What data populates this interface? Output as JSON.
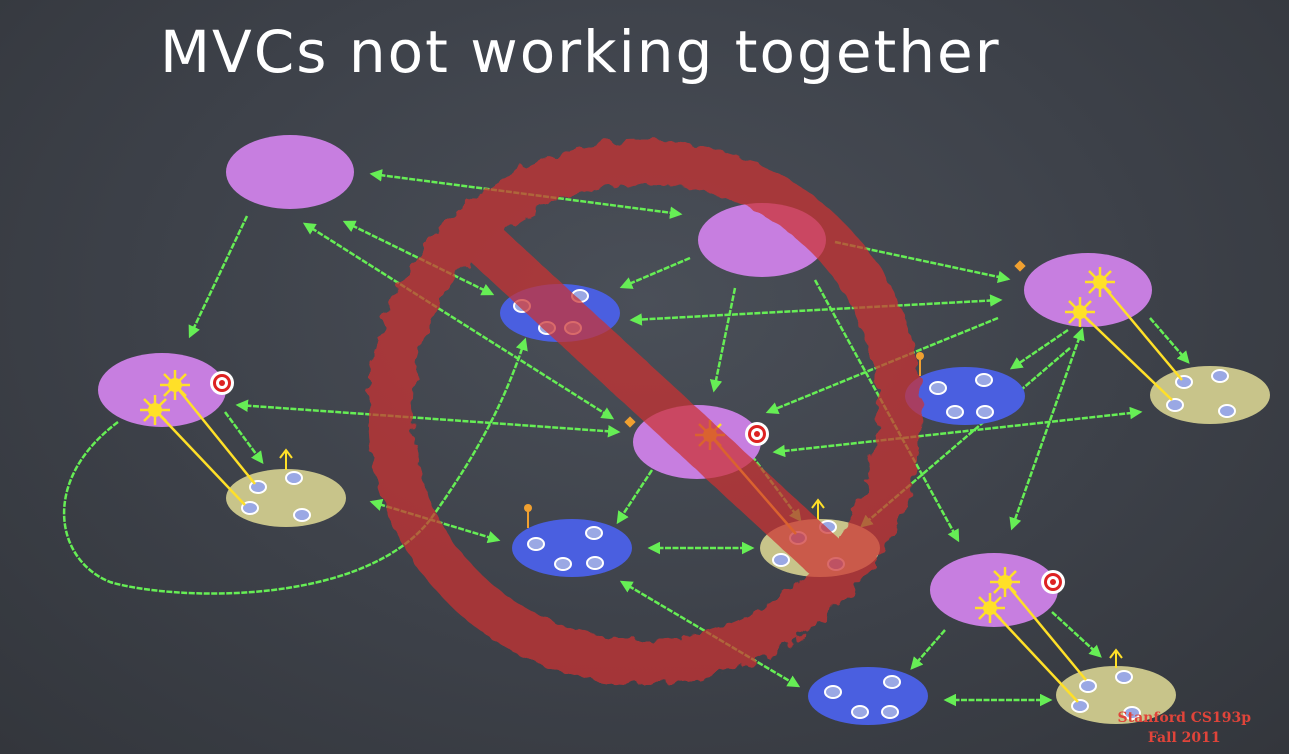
{
  "slide": {
    "title": "MVCs not working together",
    "footer_line1": "Stanford CS193p",
    "footer_line2": "Fall 2011"
  },
  "colors": {
    "background": "#3c4048",
    "title_text": "#ffffff",
    "controller": "#c77ee0",
    "view": "#4a5fe0",
    "model": "#c8c48a",
    "arrow": "#66ee55",
    "target_action": "#ffe028",
    "prohibition_sign": "#cc3333",
    "footer_text": "#e0443a"
  },
  "icons": [
    "target-icon",
    "outlet-icon",
    "action-arrow-icon",
    "prohibition-sign"
  ]
}
